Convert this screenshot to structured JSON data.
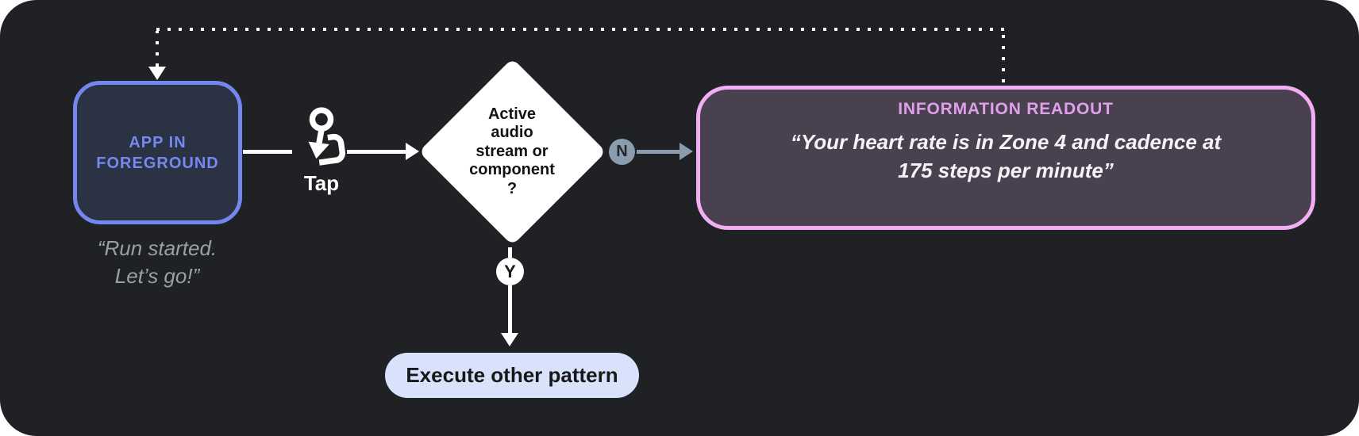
{
  "colors": {
    "canvas_bg": "#202124",
    "app_node_border": "#7487EF",
    "app_node_fill": "#2B3244",
    "app_node_text": "#7589F1",
    "caption_text": "#9AA0A6",
    "connector_white": "#FFFFFF",
    "no_branch_gray": "#8B9CAE",
    "decision_fill": "#FFFFFF",
    "readout_border": "#F2AEF4",
    "readout_fill": "#4A4150",
    "readout_title_text": "#DFA0EA",
    "execute_pill_fill": "#D8E2FB"
  },
  "flow": {
    "app_node": {
      "label": "APP IN\nFOREGROUND",
      "caption": "“Run started.\nLet’s go!”"
    },
    "tap": {
      "label": "Tap"
    },
    "decision": {
      "question": "Active\naudio\nstream or\ncomponent\n?"
    },
    "no_badge": "N",
    "yes_badge": "Y",
    "readout": {
      "title": "INFORMATION READOUT",
      "quote": "“Your heart rate is in Zone 4 and cadence at\n175 steps per minute”"
    },
    "execute": {
      "label": "Execute other pattern"
    }
  }
}
